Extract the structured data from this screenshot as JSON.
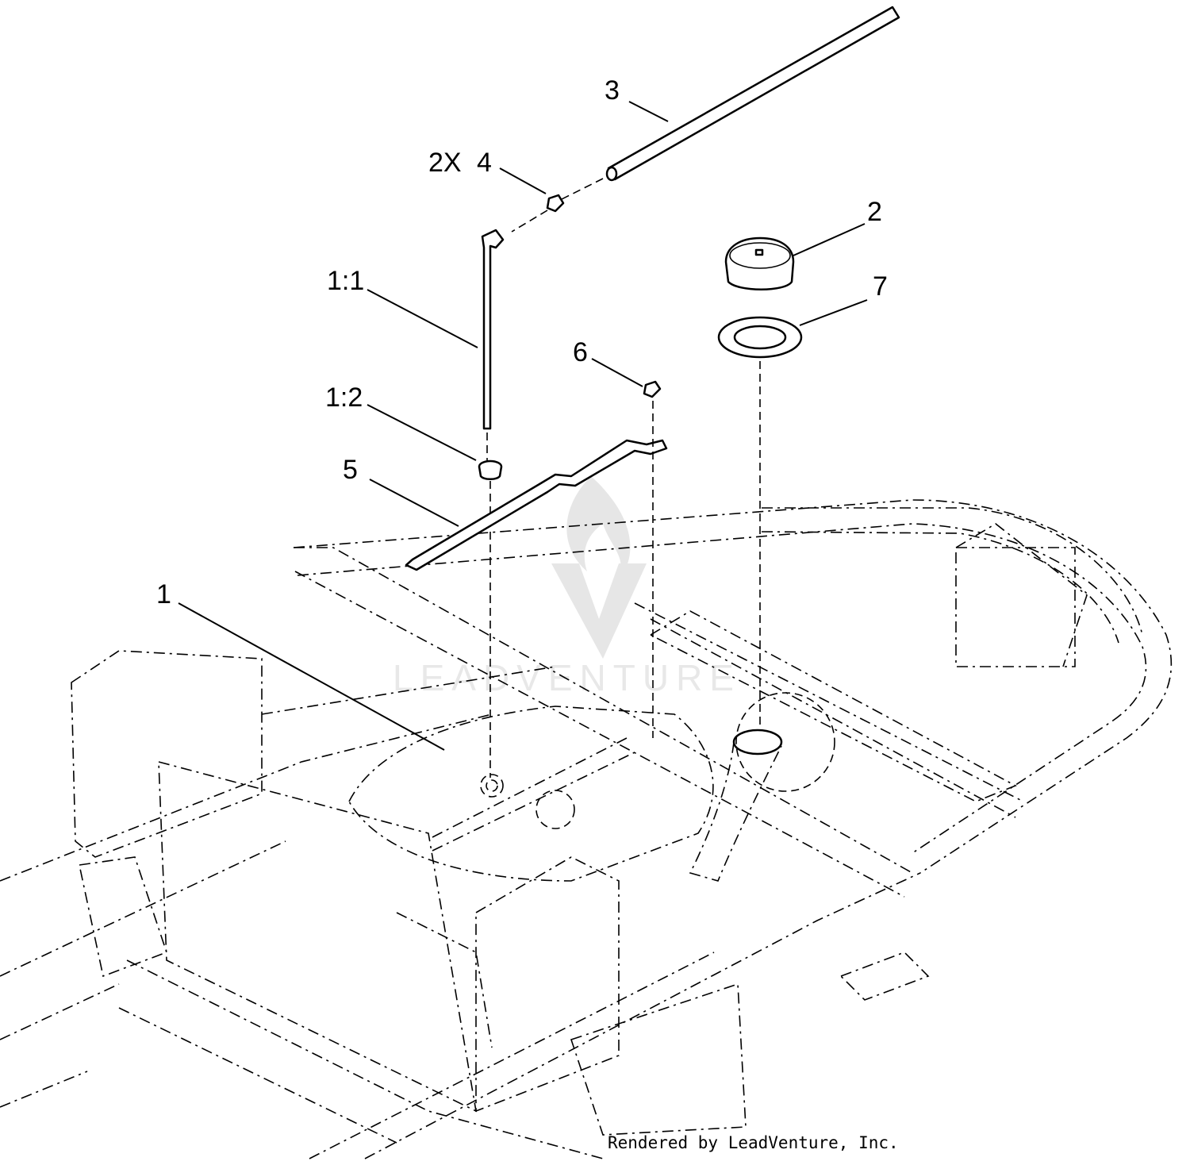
{
  "callouts": {
    "c1": "1",
    "c1_1": "1:1",
    "c1_2": "1:2",
    "c2": "2",
    "c2x": "2X",
    "c3": "3",
    "c4": "4",
    "c5": "5",
    "c6": "6",
    "c7": "7"
  },
  "watermark": {
    "text": "LEADVENTURE"
  },
  "footer": {
    "text": "Rendered by LeadVenture, Inc."
  }
}
